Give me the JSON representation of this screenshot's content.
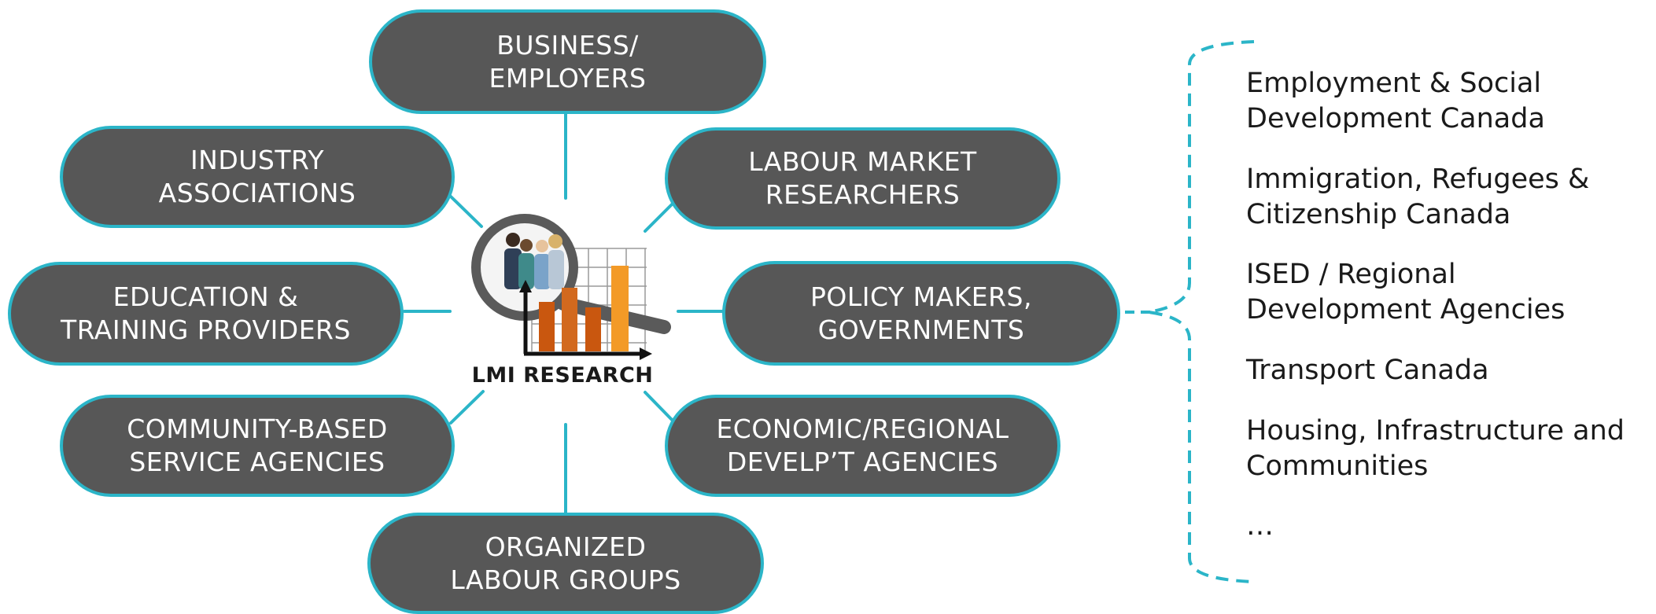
{
  "center": {
    "label": "LMI RESEARCH",
    "icon": "magnifier-people-bar-chart-icon"
  },
  "stakeholders": [
    {
      "id": "business",
      "lines": [
        "BUSINESS/",
        "EMPLOYERS"
      ]
    },
    {
      "id": "industry",
      "lines": [
        "INDUSTRY",
        "ASSOCIATIONS"
      ]
    },
    {
      "id": "lmr",
      "lines": [
        "LABOUR MARKET",
        "RESEARCHERS"
      ]
    },
    {
      "id": "education",
      "lines": [
        "EDUCATION &",
        "TRAINING PROVIDERS"
      ]
    },
    {
      "id": "policy",
      "lines": [
        "POLICY MAKERS,",
        "GOVERNMENTS"
      ]
    },
    {
      "id": "community",
      "lines": [
        "COMMUNITY-BASED",
        "SERVICE AGENCIES"
      ]
    },
    {
      "id": "economic",
      "lines": [
        "ECONOMIC/REGIONAL",
        "DEVELP’T AGENCIES"
      ]
    },
    {
      "id": "labour",
      "lines": [
        "ORGANIZED",
        "LABOUR GROUPS"
      ]
    }
  ],
  "departments": [
    {
      "lines": [
        "Employment & Social",
        "Development Canada"
      ]
    },
    {
      "lines": [
        "Immigration, Refugees &",
        "Citizenship Canada"
      ]
    },
    {
      "lines": [
        "ISED / Regional",
        "Development Agencies"
      ]
    },
    {
      "lines": [
        "Transport Canada"
      ]
    },
    {
      "lines": [
        "Housing, Infrastructure and",
        "Communities"
      ]
    },
    {
      "lines": [
        "…"
      ]
    }
  ],
  "colors": {
    "pill_fill": "#575757",
    "accent": "#2bb5c8",
    "text_dark": "#1a1a1a",
    "bar_orange": "#c9570f",
    "bar_light": "#f39a27"
  }
}
